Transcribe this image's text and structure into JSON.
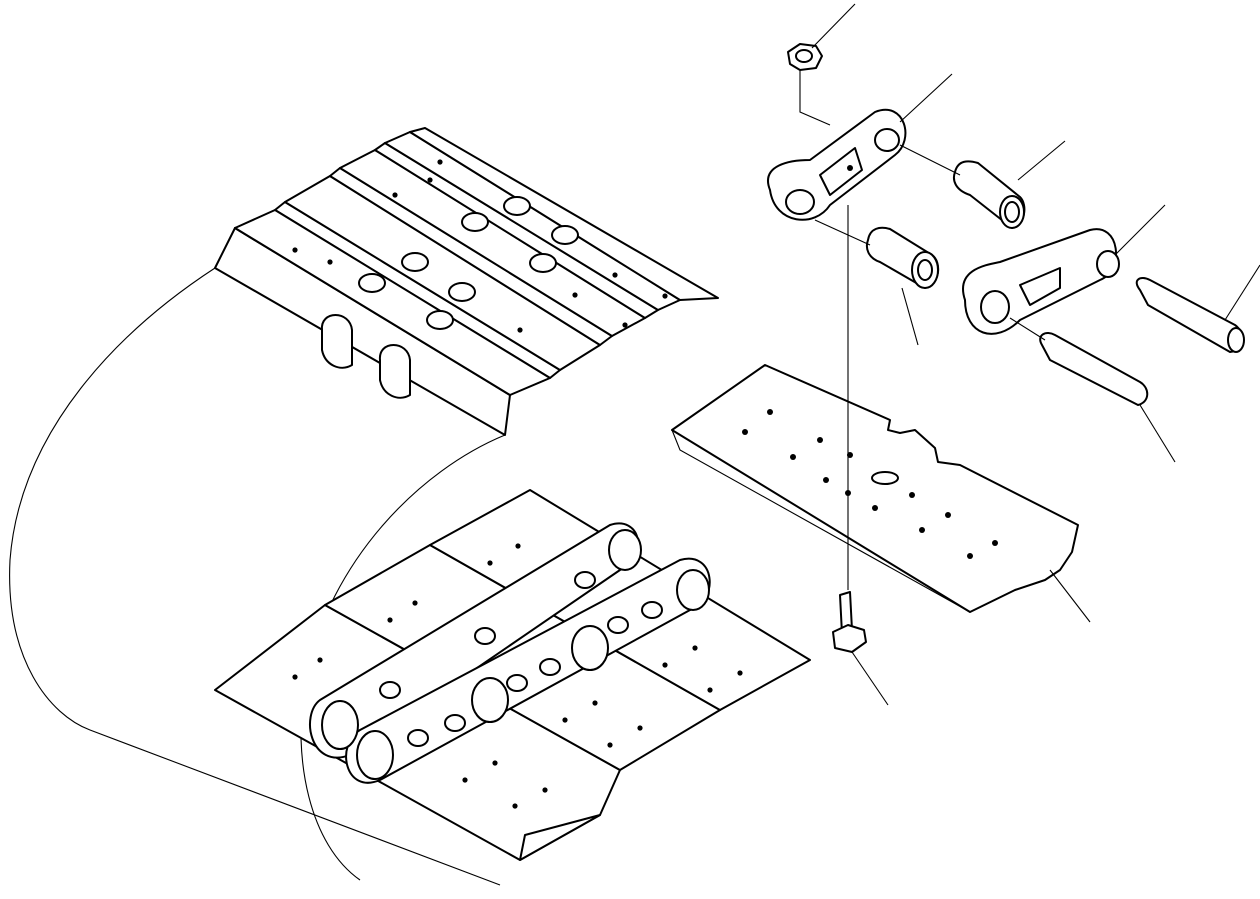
{
  "figure": {
    "background_color": "#ffffff",
    "line_color": "#000000",
    "parts": [
      {
        "id": "track-assembly",
        "icon": "crawler-track-icon"
      },
      {
        "id": "nut",
        "icon": "hex-nut-icon"
      },
      {
        "id": "link-left",
        "icon": "track-link-icon"
      },
      {
        "id": "bushing-upper",
        "icon": "bushing-icon"
      },
      {
        "id": "bushing-lower",
        "icon": "bushing-icon"
      },
      {
        "id": "link-right",
        "icon": "track-link-icon"
      },
      {
        "id": "pin-upper",
        "icon": "track-pin-icon"
      },
      {
        "id": "pin-lower",
        "icon": "track-pin-icon"
      },
      {
        "id": "shoe",
        "icon": "track-shoe-icon"
      },
      {
        "id": "bolt",
        "icon": "shoe-bolt-icon"
      }
    ]
  }
}
